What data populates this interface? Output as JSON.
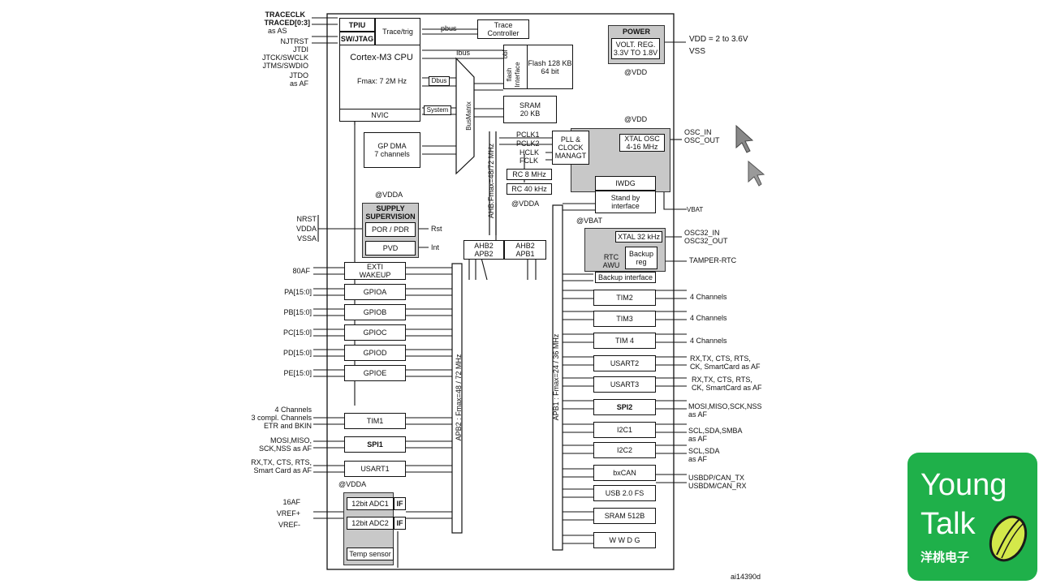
{
  "trace_labels": [
    "TRACECLK",
    "TRACED[0:3]",
    "as AS"
  ],
  "jtag_labels": [
    "NJTRST",
    "JTDI",
    "JTCK/SWCLK",
    "JTMS/SWDIO",
    "JTDO",
    "as AF"
  ],
  "cpu": {
    "tpiu": "TPIU",
    "swjtag": "SW/JTAG",
    "trace_trig": "Trace/trig",
    "name": "Cortex-M3 CPU",
    "fmax": "Fmax: 7 2M Hz",
    "nvic": "NVIC"
  },
  "trace_controller": "Trace\nController",
  "buses": {
    "pbus": "pbus",
    "ibus": "Ibus",
    "dbus": "Dbus",
    "system": "System",
    "busmatrix": "BusMatrix"
  },
  "flash": {
    "obl": "obl",
    "interface": "flash\nInterface",
    "label": "Flash 128 KB\n64 bit"
  },
  "sram": "SRAM\n20 KB",
  "gpdma": "GP DMA\n7 channels",
  "power": {
    "title": "POWER",
    "reg": "VOLT. REG.\n3.3V TO 1.8V",
    "vdd_range": "VDD = 2 to 3.6V",
    "vss": "VSS",
    "at_vdd": "@VDD"
  },
  "clock": {
    "at_vdd": "@VDD",
    "pclk1": "PCLK1",
    "pclk2": "PCLK2",
    "hclk": "HCLK",
    "fclk": "FCLK",
    "pll": "PLL &\nCLOCK\nMANAGT",
    "xtal_osc": "XTAL OSC\n4-16 MHz",
    "osc": "OSC_IN\nOSC_OUT",
    "rc8": "RC 8 MHz",
    "rc40": "RC 40 kHz",
    "at_vdda": "@VDDA",
    "iwdg": "IWDG",
    "standby": "Stand by\ninterface",
    "vbat": "VBAT",
    "at_vbat": "@VBAT"
  },
  "ahb_bus_label": "AHB:Fmax=48/72 MHz",
  "supply": {
    "at_vdda": "@VDDA",
    "title": "SUPPLY\nSUPERVISION",
    "por": "POR / PDR",
    "pvd": "PVD",
    "rst": "Rst",
    "int": "Int",
    "inputs": [
      "NRST",
      "VDDA",
      "VSSA"
    ]
  },
  "ahb2apb2": "AHB2\nAPB2",
  "ahb2apb1": "AHB2\nAPB1",
  "rtc": {
    "xtal32": "XTAL 32 kHz",
    "osc32": "OSC32_IN\nOSC32_OUT",
    "rtc": "RTC\nAWU",
    "backup_reg": "Backup\nreg",
    "backup_if": "Backup interface",
    "tamper": "TAMPER-RTC"
  },
  "apb2_left": [
    {
      "pin": "80AF",
      "block": "EXTI\nWAKEUP"
    },
    {
      "pin": "PA[15:0]",
      "block": "GPIOA"
    },
    {
      "pin": "PB[15:0]",
      "block": "GPIOB"
    },
    {
      "pin": "PC[15:0]",
      "block": "GPIOC"
    },
    {
      "pin": "PD[15:0]",
      "block": "GPIOD"
    },
    {
      "pin": "PE[15:0]",
      "block": "GPIOE"
    },
    {
      "pin": "4 Channels\n3 compl. Channels\nETR and BKIN",
      "block": "TIM1"
    },
    {
      "pin": "MOSI,MISO,\nSCK,NSS as AF",
      "block": "SPI1"
    },
    {
      "pin": "RX,TX, CTS, RTS,\nSmart Card as AF",
      "block": "USART1"
    }
  ],
  "apb2_bus_label": "APB2 : Fmax=48 / 72 MHz",
  "apb1_bus_label": "APB1 : Fmax=24 / 36 MHz",
  "adc": {
    "at_vdda": "@VDDA",
    "pins": [
      "16AF",
      "VREF+",
      "VREF-"
    ],
    "adc1": "12bit ADC1",
    "adc2": "12bit ADC2",
    "if": "IF",
    "temp": "Temp sensor"
  },
  "apb1_right": [
    {
      "block": "TIM2",
      "pins": "4 Channels"
    },
    {
      "block": "TIM3",
      "pins": "4 Channels"
    },
    {
      "block": "TIM 4",
      "pins": "4 Channels"
    },
    {
      "block": "USART2",
      "pins": "RX,TX, CTS, RTS,\nCK, SmartCard as AF"
    },
    {
      "block": "USART3",
      "pins": "RX,TX, CTS, RTS,\nCK, SmartCard as AF"
    },
    {
      "block": "SPI2",
      "pins": "MOSI,MISO,SCK,NSS\nas AF"
    },
    {
      "block": "I2C1",
      "pins": "SCL,SDA,SMBA\nas AF"
    },
    {
      "block": "I2C2",
      "pins": "SCL,SDA\nas AF"
    },
    {
      "block": "bxCAN",
      "pins": "USBDP/CAN_TX\nUSBDM/CAN_RX"
    },
    {
      "block": "USB 2.0 FS",
      "pins": ""
    },
    {
      "block": "SRAM 512B",
      "pins": ""
    },
    {
      "block": "W W D G",
      "pins": ""
    }
  ],
  "figure_id": "ai14390d",
  "logo": {
    "line1": "Young",
    "line2": "Talk",
    "line3": "洋桃电子"
  }
}
